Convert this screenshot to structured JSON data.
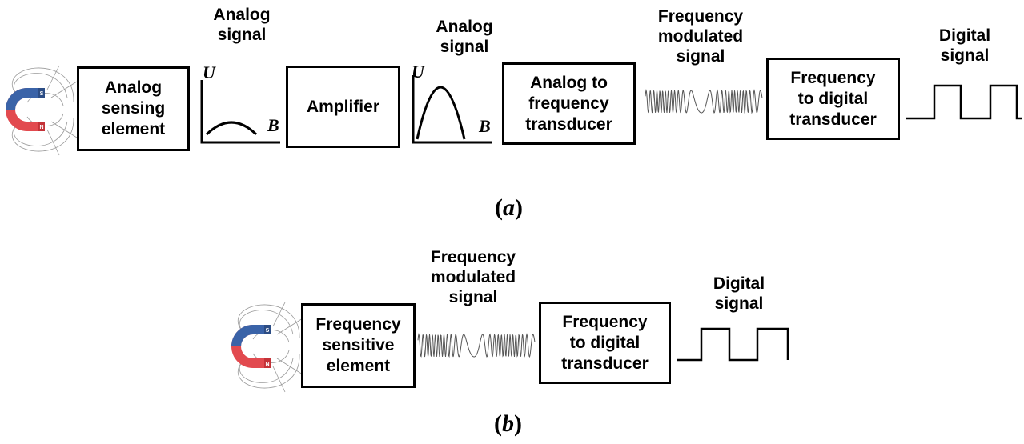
{
  "panel_a": {
    "sensing_element": "Analog\nsensing\nelement",
    "analog_signal_1": "Analog\nsignal",
    "amplifier": "Amplifier",
    "analog_signal_2": "Analog\nsignal",
    "converter": "Analog to\nfrequency\ntransducer",
    "fm_signal": "Frequency\nmodulated\nsignal",
    "digitizer": "Frequency\nto digital\ntransducer",
    "digital_signal": "Digital\nsignal",
    "axis_y": "U",
    "axis_x": "B",
    "caption": "a"
  },
  "panel_b": {
    "sensing_element": "Frequency\nsensitive\nelement",
    "fm_signal": "Frequency\nmodulated\nsignal",
    "digitizer": "Frequency\nto digital\ntransducer",
    "digital_signal": "Digital\nsignal",
    "caption": "b"
  },
  "magnet": {
    "north_label": "N",
    "south_label": "S",
    "north_color": "#e24a4f",
    "south_color": "#3a63a8"
  }
}
